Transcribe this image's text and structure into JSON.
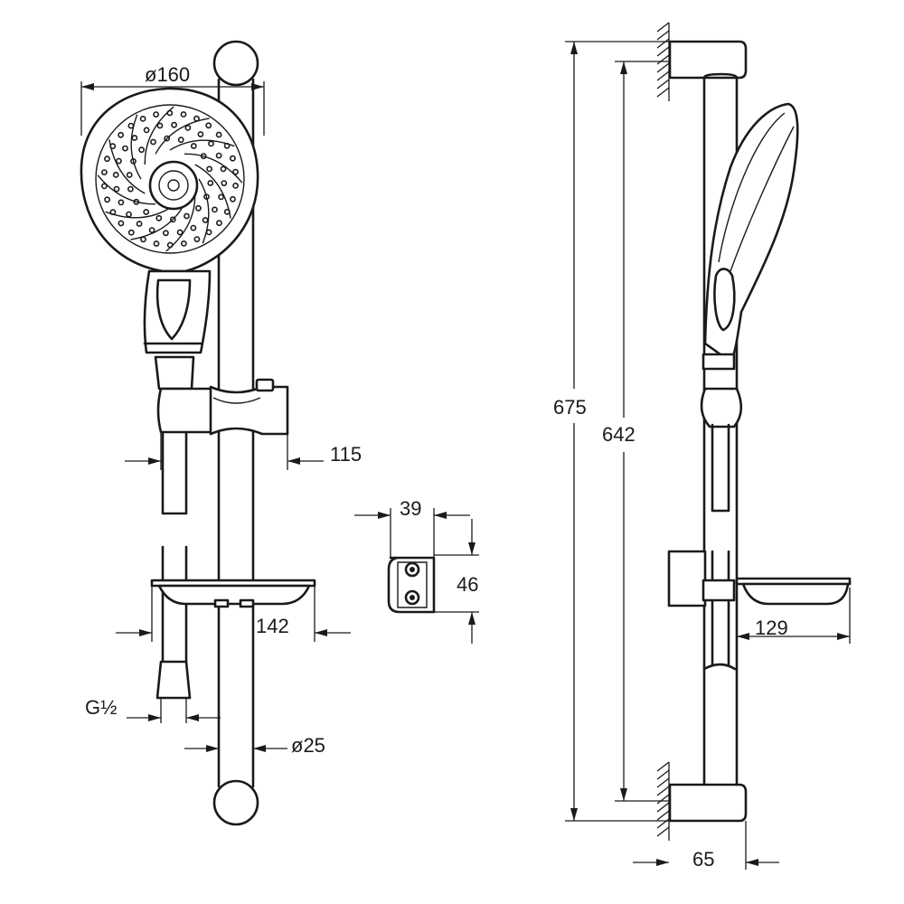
{
  "dimensions": {
    "spray_diameter": "ø160",
    "holder_offset": "115",
    "soap_dish_width": "142",
    "thread_size": "G½",
    "rail_diameter": "ø25",
    "bracket_width": "39",
    "bracket_height": "46",
    "overall_height": "675",
    "fixing_distance": "642",
    "soap_dish_depth": "129",
    "wall_projection": "65"
  }
}
